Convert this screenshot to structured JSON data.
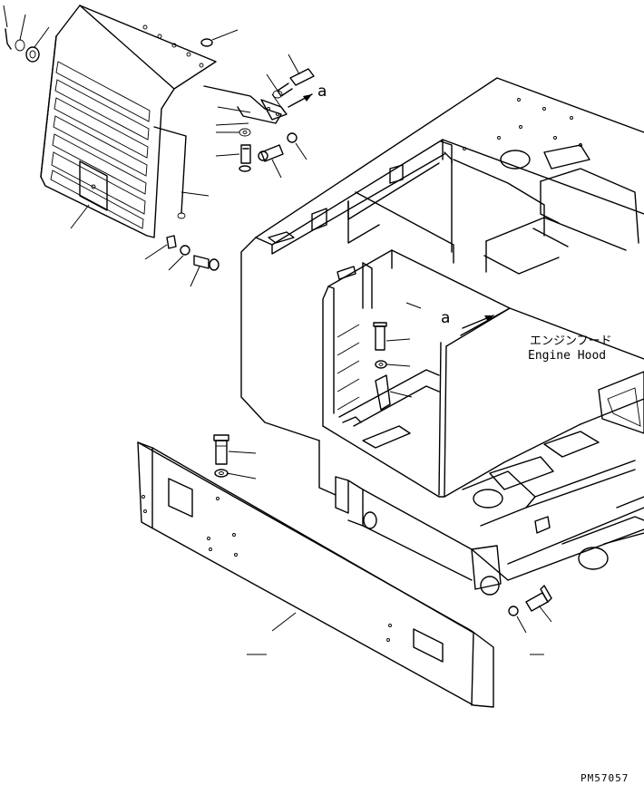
{
  "labels": {
    "view_marker_top": "a",
    "view_marker_mid": "a",
    "engine_hood_jp": "エンジンフード",
    "engine_hood_en": "Engine Hood",
    "drawing_number": "PM57057"
  }
}
